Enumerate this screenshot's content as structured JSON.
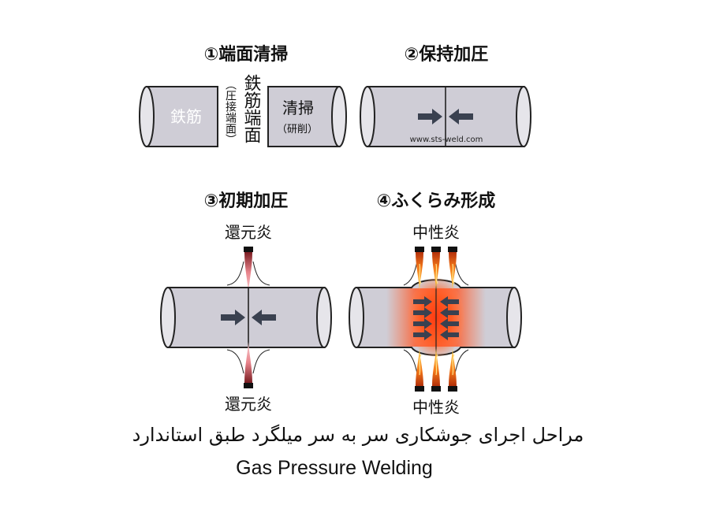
{
  "steps": [
    {
      "title": "①端面清掃"
    },
    {
      "title": "②保持加圧"
    },
    {
      "title": "③初期加圧"
    },
    {
      "title": "④ふくらみ形成"
    }
  ],
  "step1": {
    "rebar_label": "鉄筋",
    "paren_text": "（圧接端面）",
    "end_face_text": "鉄筋端面",
    "clean_label": "清掃",
    "grind_label": "（研削）"
  },
  "step2": {
    "watermark": "www.sts-weld.com"
  },
  "step3": {
    "flame_top": "還元炎",
    "flame_bottom": "還元炎"
  },
  "step4": {
    "flame_top": "中性炎",
    "flame_bottom": "中性炎"
  },
  "caption": {
    "persian": "مراحل اجرای جوشکاری سر به سر میلگرد طبق استاندارد",
    "english": "Gas Pressure Welding"
  },
  "colors": {
    "rebar_fill": "#cfcdd6",
    "outline": "#222222",
    "arrow": "#3a4150",
    "reducing_flame": "#d9707a",
    "neutral_flame": "#f08a1a",
    "hot_zone": "#ff4a1a"
  }
}
